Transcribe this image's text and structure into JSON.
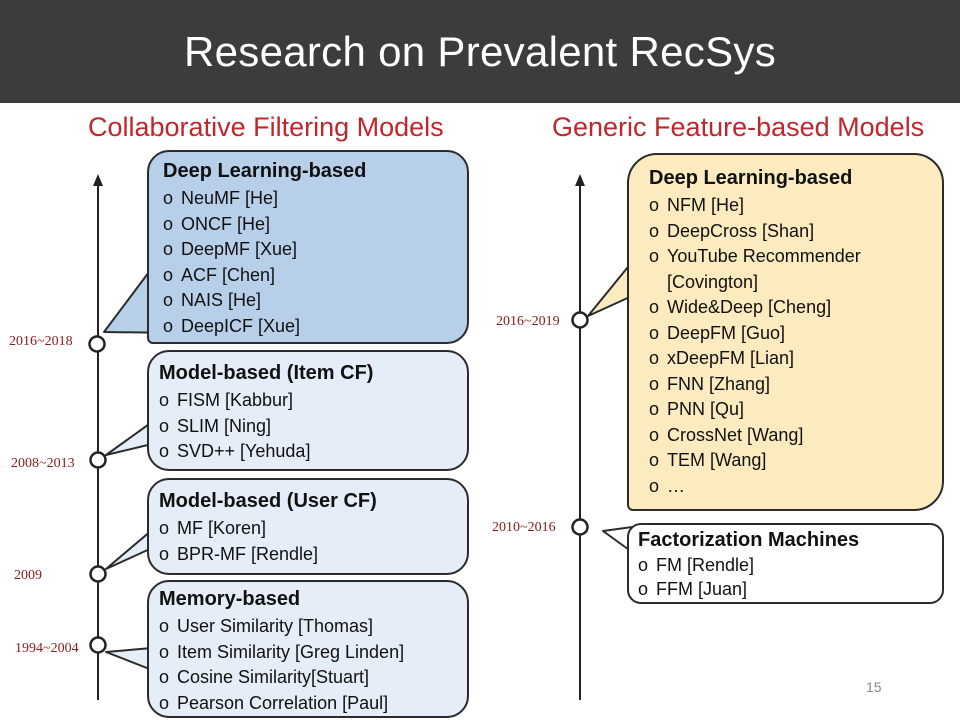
{
  "slide": {
    "title": "Research on Prevalent RecSys",
    "page_number": "15"
  },
  "colors": {
    "title_bar": "#3c3c3c",
    "section_title": "#c0262d",
    "date_label": "#8b1a1a",
    "box_deep_cf": "#b8cfea",
    "box_light_cf": "#e4edf8",
    "box_deep_generic": "#fdebc0",
    "box_light_generic": "#ffffff"
  },
  "left": {
    "title": "Collaborative Filtering Models",
    "dates": [
      "2016~2018",
      "2008~2013",
      "2009",
      "1994~2004"
    ],
    "boxes": [
      {
        "heading": "Deep Learning-based",
        "items": [
          "NeuMF [He]",
          "ONCF [He]",
          "DeepMF [Xue]",
          "ACF [Chen]",
          "NAIS [He]",
          "DeepICF [Xue]"
        ]
      },
      {
        "heading": "Model-based (Item CF)",
        "items": [
          "FISM [Kabbur]",
          "SLIM [Ning]",
          "SVD++ [Yehuda]"
        ]
      },
      {
        "heading": "Model-based (User CF)",
        "items": [
          "MF [Koren]",
          "BPR-MF [Rendle]"
        ]
      },
      {
        "heading": "Memory-based",
        "items": [
          "User Similarity [Thomas]",
          "Item Similarity [Greg Linden]",
          "Cosine Similarity[Stuart]",
          "Pearson Correlation [Paul]"
        ]
      }
    ]
  },
  "right": {
    "title": "Generic Feature-based Models",
    "dates": [
      "2016~2019",
      "2010~2016"
    ],
    "boxes": [
      {
        "heading": "Deep Learning-based",
        "items": [
          "NFM [He]",
          "DeepCross [Shan]",
          "YouTube Recommender",
          "[Covington]",
          "Wide&Deep [Cheng]",
          "DeepFM [Guo]",
          "xDeepFM [Lian]",
          "FNN [Zhang]",
          "PNN [Qu]",
          "CrossNet [Wang]",
          "TEM [Wang]",
          "…"
        ]
      },
      {
        "heading": "Factorization Machines",
        "items": [
          "FM [Rendle]",
          "FFM [Juan]"
        ]
      }
    ]
  },
  "bullet": "o"
}
